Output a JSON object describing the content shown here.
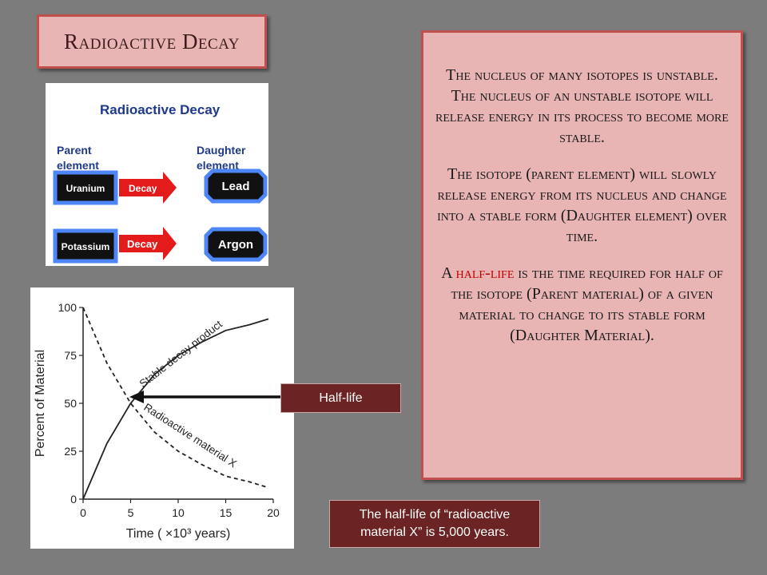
{
  "slide": {
    "title": "Radioactive Decay",
    "paragraph1": "The nucleus of many isotopes is unstable.  The nucleus of an unstable isotope will release energy in its process to become more stable.",
    "paragraph2": "The isotope (parent element) will slowly release energy from its nucleus and change into a stable form (Daughter element) over time.",
    "paragraph3_prefix": "A ",
    "paragraph3_highlight": "half-life",
    "paragraph3_suffix": " is the time required for half of the isotope (Parent material) of a given material to change to its stable form (Daughter Material).",
    "halflife_label": "Half-life",
    "caption": "The half-life of “radioactive material X” is 5,000 years.",
    "colors": {
      "background": "#7c7c7c",
      "panel": "#e8b4b4",
      "panel_border": "#c0504d",
      "label_bg": "#6b2323",
      "highlight": "#c00000"
    }
  },
  "diagram": {
    "title": "Radioactive Decay",
    "parent_label_1": "Parent",
    "parent_label_2": "element",
    "daughter_label_1": "Daughter",
    "daughter_label_2": "element",
    "rows": [
      {
        "parent": "Uranium",
        "arrow": "Decay",
        "daughter": "Lead"
      },
      {
        "parent": "Potassium",
        "arrow": "Decay",
        "daughter": "Argon"
      }
    ]
  },
  "chart_data": {
    "type": "line",
    "xlabel": "Time ( ×10³ years)",
    "ylabel": "Percent of Material",
    "xlim": [
      0,
      20
    ],
    "ylim": [
      0,
      100
    ],
    "xticks": [
      0,
      5,
      10,
      15,
      20
    ],
    "yticks": [
      0,
      25,
      50,
      75,
      100
    ],
    "series": [
      {
        "name": "Stable decay product",
        "style": "solid",
        "x": [
          0,
          2.5,
          5,
          7.5,
          10,
          12.5,
          15,
          17.5,
          19.5
        ],
        "y": [
          0,
          29,
          50,
          65,
          75,
          82,
          88,
          91,
          94
        ]
      },
      {
        "name": "Radioactive material X",
        "style": "dashed",
        "x": [
          0,
          2.5,
          5,
          7.5,
          10,
          12.5,
          15,
          17.5,
          19.5
        ],
        "y": [
          100,
          71,
          50,
          35,
          25,
          18,
          12,
          9,
          6
        ]
      }
    ],
    "annotation": "Half-life"
  }
}
